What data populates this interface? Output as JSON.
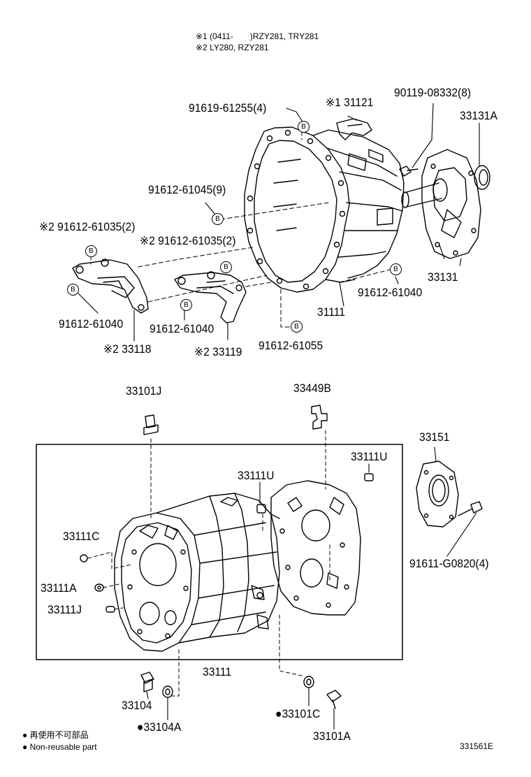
{
  "header": {
    "line1": "※1 (0411-　　)RZY281, TRY281",
    "line2": "※2 LY280, RZY281"
  },
  "bolt_marker": "B",
  "labels": {
    "p91619_61255": "91619-61255(4)",
    "p31121": "※1 31121",
    "p90119_08332": "90119-08332(8)",
    "p33131A": "33131A",
    "p91612_61045": "91612-61045(9)",
    "p91612_61035_a": "※2 91612-61035(2)",
    "p91612_61035_b": "※2 91612-61035(2)",
    "p33131": "33131",
    "p91612_61040_a": "91612-61040",
    "p91612_61040_b": "91612-61040",
    "p91612_61040_c": "91612-61040",
    "p31111": "31111",
    "p33118": "※2 33118",
    "p33119": "※2 33119",
    "p91612_61055": "91612-61055",
    "p33101J": "33101J",
    "p33449B": "33449B",
    "p33151": "33151",
    "p33111U_a": "33111U",
    "p33111U_b": "33111U",
    "p33111C": "33111C",
    "p33111A": "33111A",
    "p33111J": "33111J",
    "p91611_G0820": "91611-G0820(4)",
    "p33111": "33111",
    "p33104": "33104",
    "p33104A": "●33104A",
    "p33101C": "●33101C",
    "p33101A": "33101A"
  },
  "legend": {
    "line1": "● 再使用不可部品",
    "line2": "● Non-reusable part"
  },
  "diagram_code": "331561E"
}
